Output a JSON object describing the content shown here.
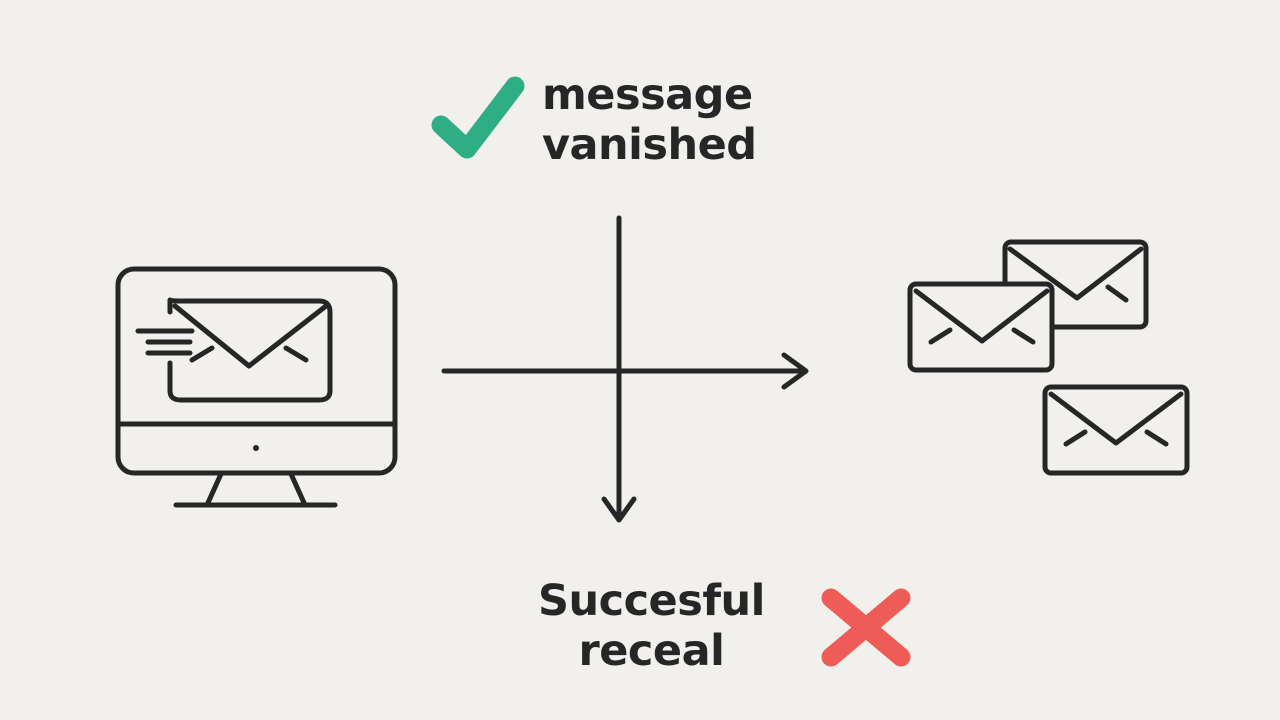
{
  "top_label": {
    "line1": "message",
    "line2": "vanished"
  },
  "bottom_label": {
    "line1": "Succesful",
    "line2": "receal"
  },
  "icons": {
    "left": "computer-with-email-icon",
    "right": "multiple-envelopes-icon",
    "top_status": "checkmark-icon",
    "bottom_status": "cross-icon"
  },
  "colors": {
    "background": "#f2f0ed",
    "stroke": "#262626",
    "check": "#2fae86",
    "cross": "#ef5b57"
  }
}
